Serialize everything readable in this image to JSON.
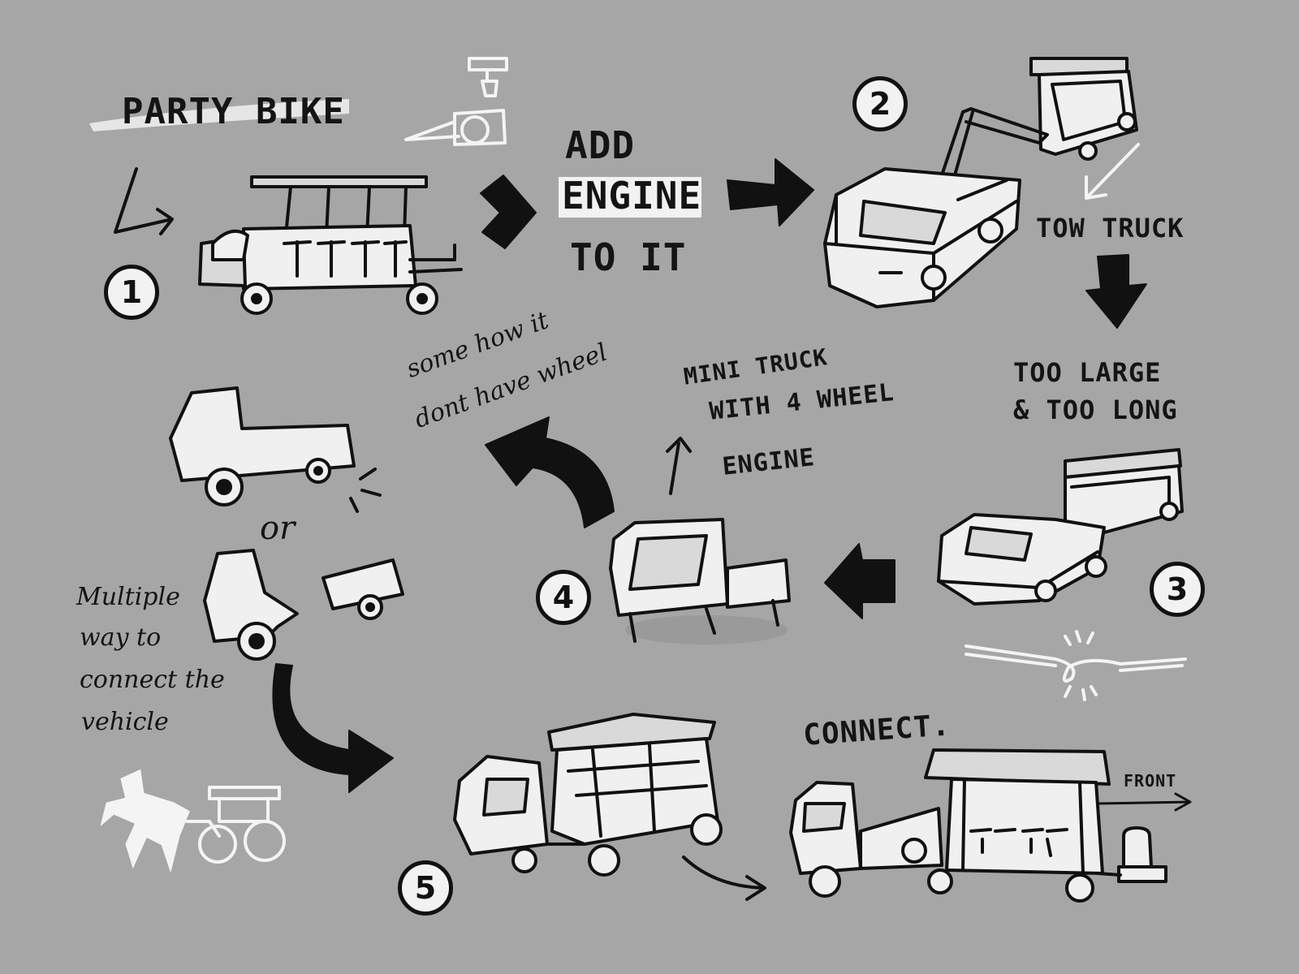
{
  "labels": {
    "party_bike": "PARTY BIKE",
    "add_engine_line1": "ADD",
    "add_engine_line2": "ENGINE",
    "add_engine_line3": "TO IT",
    "tow_truck": "TOW TRUCK",
    "too_large_line1": "TOO LARGE",
    "too_large_line2": "& TOO LONG",
    "mini_truck_line1": "MINI TRUCK",
    "mini_truck_line2": "WITH 4 WHEEL",
    "mini_truck_line3": "ENGINE",
    "no_wheel_line1": "some how it",
    "no_wheel_line2": "dont have wheel",
    "or": "or",
    "multiple_line1": "Multiple",
    "multiple_line2": "way to",
    "multiple_line3": "connect the",
    "multiple_line4": "vehicle",
    "connect": "CONNECT.",
    "front": "FRONT"
  },
  "steps": [
    "1",
    "2",
    "3",
    "4",
    "5"
  ]
}
